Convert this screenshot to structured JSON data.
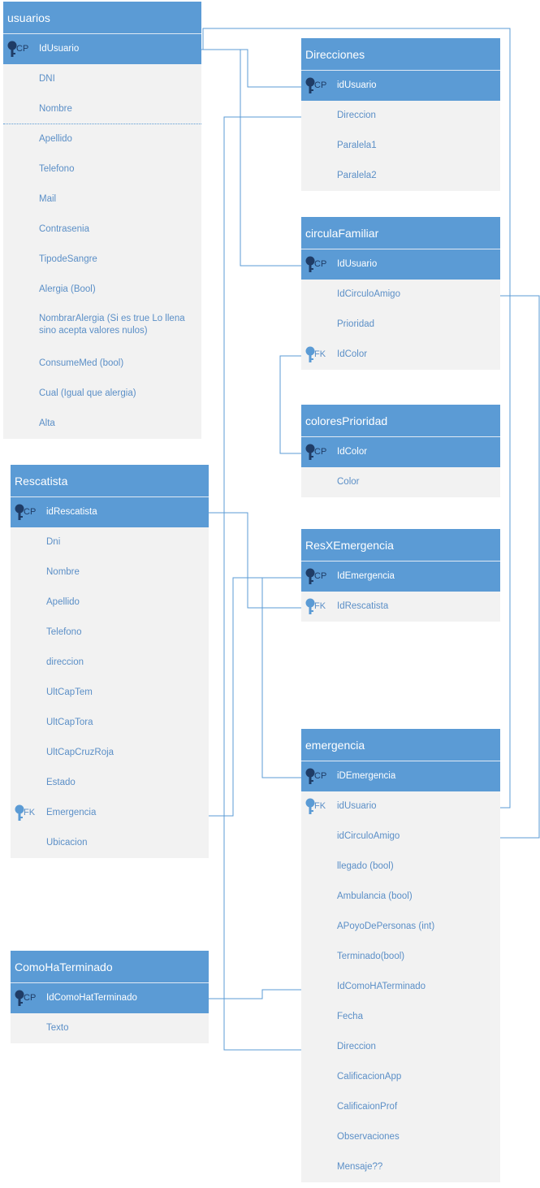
{
  "colors": {
    "header": "#5b9bd5",
    "row": "#f2f2f2",
    "text": "#5b8fc7",
    "line": "#5b9bd5",
    "key_dark": "#1f3c66"
  },
  "usuarios": {
    "title": "usuarios",
    "pk_tag": "CP",
    "fields": [
      "IdUsuario",
      "DNI",
      "Nombre",
      "Apellido",
      "Telefono",
      "Mail",
      "Contrasenia",
      "TipodeSangre",
      "Alergia (Bool)",
      "NombrarAlergia (Si es true Lo llena sino acepta valores nulos)",
      "ConsumeMed (bool)",
      "Cual (Igual que alergia)",
      "Alta"
    ]
  },
  "direcciones": {
    "title": "Direcciones",
    "pk_tag": "CP",
    "fields": [
      "idUsuario",
      "Direccion",
      "Paralela1",
      "Paralela2"
    ]
  },
  "circula_familiar": {
    "title": "circulaFamiliar",
    "pk_tag": "CP",
    "fk_tag": "FK",
    "fields": [
      "IdUsuario",
      "IdCirculoAmigo",
      "Prioridad",
      "IdColor"
    ]
  },
  "colores_prioridad": {
    "title": "coloresPrioridad",
    "pk_tag": "CP",
    "fields": [
      "IdColor",
      "Color"
    ]
  },
  "rescatista": {
    "title": "Rescatista",
    "pk_tag": "CP",
    "fk_tag": "FK",
    "fields": [
      "idRescatista",
      "Dni",
      "Nombre",
      "Apellido",
      "Telefono",
      "direccion",
      "UltCapTem",
      "UltCapTora",
      "UltCapCruzRoja",
      "Estado",
      "Emergencia",
      "Ubicacion"
    ]
  },
  "res_x_emergencia": {
    "title": "ResXEmergencia",
    "pk_tag": "CP",
    "fk_tag": "FK",
    "fields": [
      "IdEmergencia",
      "IdRescatista"
    ]
  },
  "emergencia": {
    "title": "emergencia",
    "pk_tag": "CP",
    "fk_tag": "FK",
    "fields": [
      "iDEmergencia",
      "idUsuario",
      "idCirculoAmigo",
      "llegado (bool)",
      "Ambulancia (bool)",
      "APoyoDePersonas (int)",
      "Terminado(bool)",
      "IdComoHATerminado",
      "Fecha",
      "Direccion",
      "CalificacionApp",
      "CalificaionProf",
      "Observaciones",
      "Mensaje??"
    ]
  },
  "como_ha_terminado": {
    "title": "ComoHaTerminado",
    "pk_tag": "CP",
    "fields": [
      "IdComoHatTerminado",
      "Texto"
    ]
  }
}
